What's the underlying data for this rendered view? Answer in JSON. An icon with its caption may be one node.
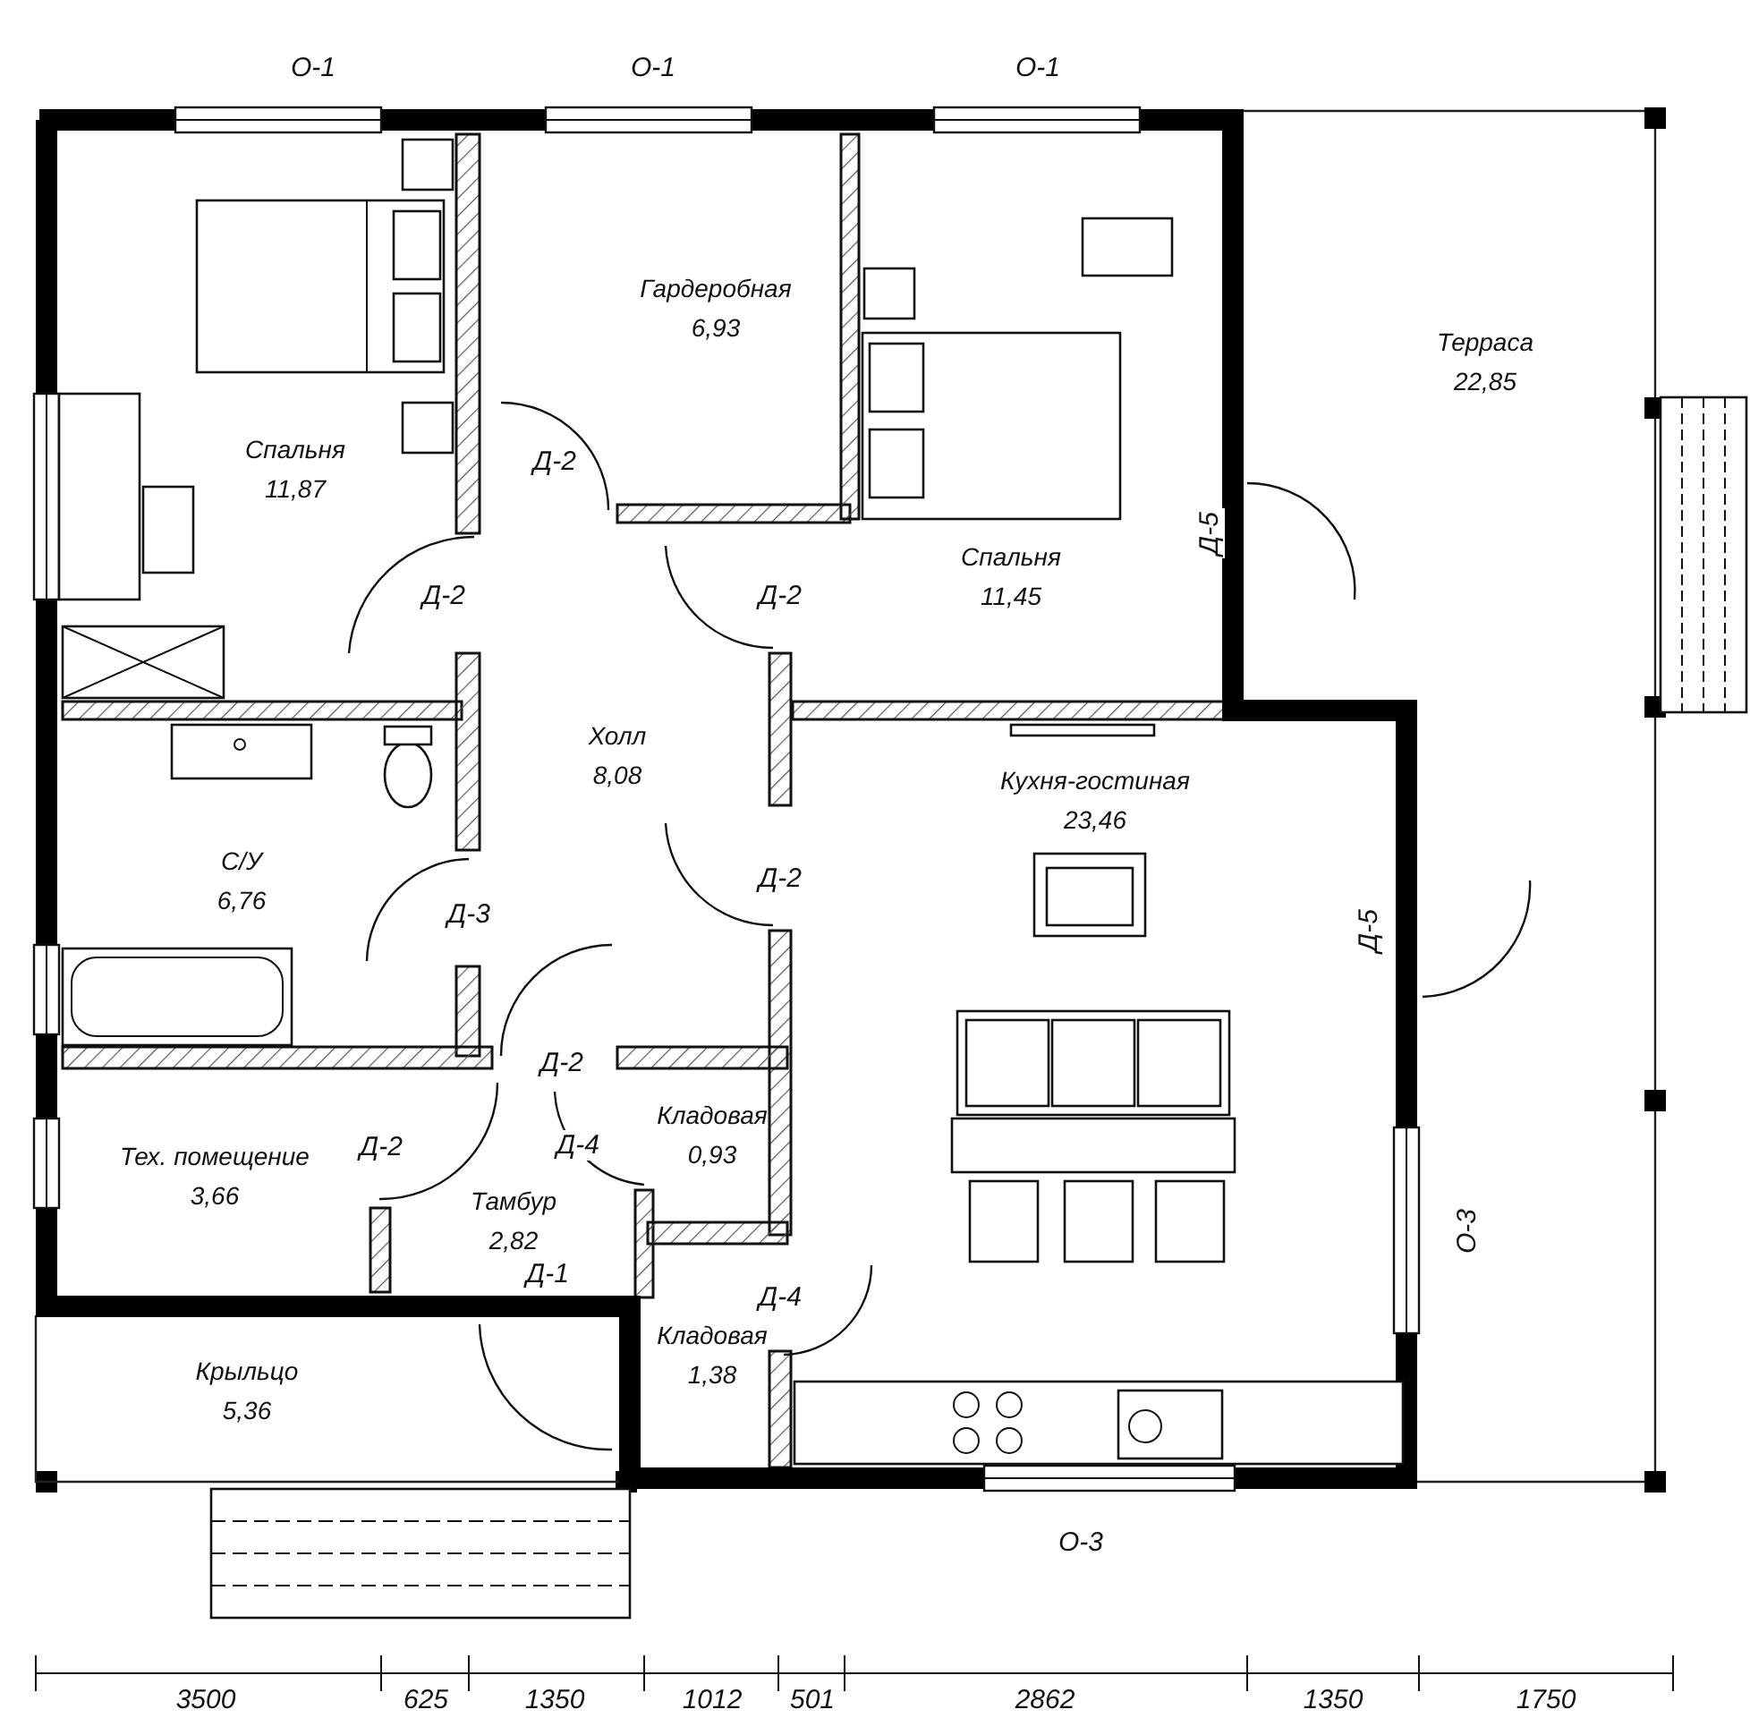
{
  "diagram": {
    "nodes": [
      {
        "text": [
          "Спальня",
          "11,87"
        ]
      },
      {
        "text": [
          "Гардеробная",
          "6,93"
        ]
      },
      {
        "text": [
          "Спальня",
          "11,45"
        ]
      },
      {
        "text": [
          "Терраса",
          "22,85"
        ]
      },
      {
        "text": [
          "Холл",
          "8,08"
        ]
      },
      {
        "text": [
          "С/У",
          "6,76"
        ]
      },
      {
        "text": [
          "Кухня-гостиная",
          "23,46"
        ]
      },
      {
        "text": [
          "Тех. помещение",
          "3,66"
        ]
      },
      {
        "text": [
          "Тамбур",
          "2,82"
        ]
      },
      {
        "text": [
          "Кладовая",
          "0,93"
        ]
      },
      {
        "text": [
          "Крыльцо",
          "5,36"
        ]
      },
      {
        "text": [
          "Кладовая",
          "1,38"
        ]
      }
    ],
    "edges": [],
    "labels": [
      "О-1",
      "О-1",
      "О-1",
      "Д-2",
      "Д-2",
      "Д-2",
      "Д-5",
      "Д-2",
      "Д-3",
      "Д-5",
      "Д-2",
      "Д-2",
      "Д-4",
      "Д-1",
      "Д-4",
      "О-3",
      "О-3",
      "3500",
      "625",
      "1350",
      "1012",
      "501",
      "2862",
      "1350",
      "1750"
    ]
  }
}
